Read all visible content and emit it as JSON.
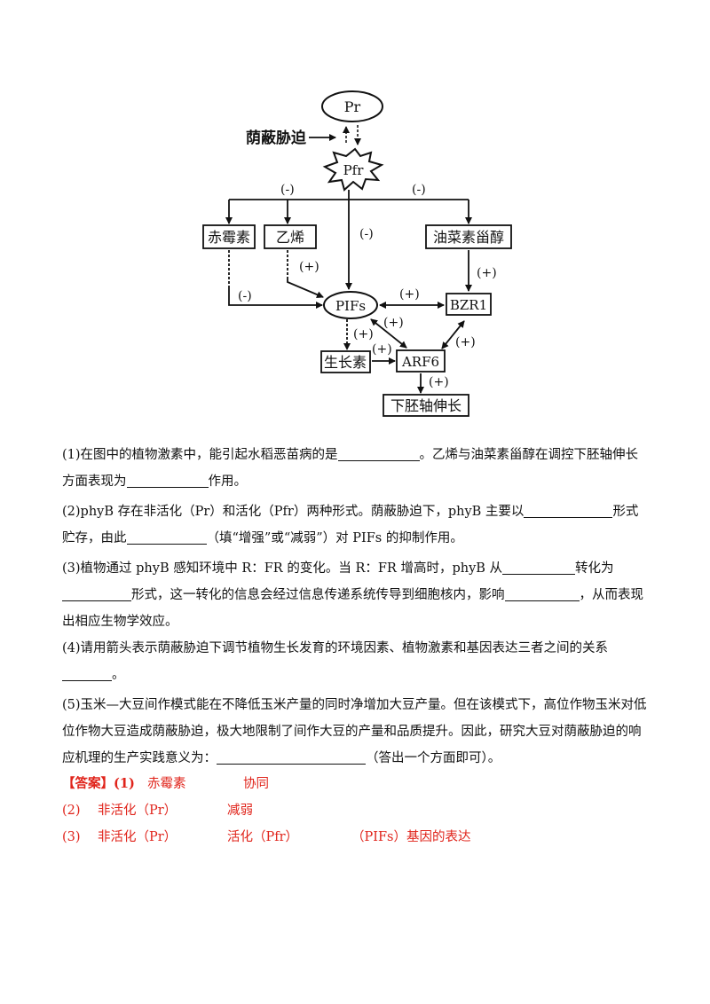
{
  "diagram": {
    "pr": "Pr",
    "pfr": "Pfr",
    "shade": "荫蔽胁迫",
    "gibberellin": "赤霉素",
    "ethylene": "乙烯",
    "brassinosteroid": "油菜素甾醇",
    "pifs": "PIFs",
    "bzr1": "BZR1",
    "auxin": "生长素",
    "arf6": "ARF6",
    "hypocotyl": "下胚轴伸长",
    "minus": "(-)",
    "plus": "(+)"
  },
  "questions": {
    "q1_a": "(1)在图中的植物激素中，能引起水稻恶苗病的是",
    "q1_b": "。乙烯与油菜素甾醇在调控下胚轴伸长方面表现为",
    "q1_c": "作用。",
    "q2_a": "(2)phyB 存在非活化（Pr）和活化（Pfr）两种形式。荫蔽胁迫下，phyB 主要以",
    "q2_b": "形式贮存，由此",
    "q2_c": "（填“增强”或“减弱”）对 PIFs 的抑制作用。",
    "q3_a": "(3)植物通过 phyB 感知环境中 R：FR 的变化。当 R：FR 增高时，phyB 从",
    "q3_b": "转化为",
    "q3_c": "形式，这一转化的信息会经过信息传递系统传导到细胞核内，影响",
    "q3_d": "，从而表现出相应生物学效应。",
    "q4_a": "(4)请用箭头表示荫蔽胁迫下调节植物生长发育的环境因素、植物激素和基因表达三者之间的关系",
    "q4_b": "。",
    "q5_a": "(5)玉米—大豆间作模式能在不降低玉米产量的同时净增加大豆产量。但在该模式下，高位作物玉米对低位作物大豆造成荫蔽胁迫，极大地限制了间作大豆的产量和品质提升。因此，研究大豆对荫蔽胁迫的响应机理的生产实践意义为：",
    "q5_b": "（答出一个方面即可）。"
  },
  "answers": {
    "label": "【答案】(1)",
    "a1_1": "赤霉素",
    "a1_2": "协同",
    "a2_num": "(2)",
    "a2_1": "非活化（Pr）",
    "a2_2": "减弱",
    "a3_num": "(3)",
    "a3_1": "非活化（Pr）",
    "a3_2": "活化（Pfr）",
    "a3_3": "（PIFs）基因的表达"
  }
}
